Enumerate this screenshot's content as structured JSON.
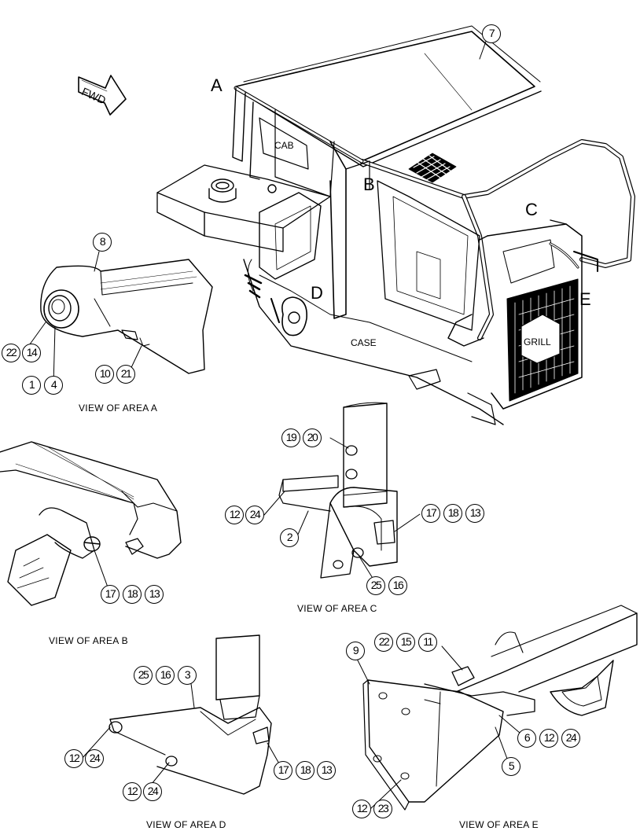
{
  "callouts": [
    {
      "id": "c7",
      "label": "7"
    },
    {
      "id": "c8",
      "label": "8"
    },
    {
      "id": "c22a",
      "label": "22"
    },
    {
      "id": "c14",
      "label": "14"
    },
    {
      "id": "c1",
      "label": "1"
    },
    {
      "id": "c4",
      "label": "4"
    },
    {
      "id": "c10",
      "label": "10"
    },
    {
      "id": "c21",
      "label": "21"
    },
    {
      "id": "c19",
      "label": "19"
    },
    {
      "id": "c20",
      "label": "20"
    },
    {
      "id": "c12c",
      "label": "12"
    },
    {
      "id": "c24c",
      "label": "24"
    },
    {
      "id": "c2",
      "label": "2"
    },
    {
      "id": "c17c",
      "label": "17"
    },
    {
      "id": "c18c",
      "label": "18"
    },
    {
      "id": "c13c",
      "label": "13"
    },
    {
      "id": "c25c",
      "label": "25"
    },
    {
      "id": "c16c",
      "label": "16"
    },
    {
      "id": "c17b",
      "label": "17"
    },
    {
      "id": "c18b",
      "label": "18"
    },
    {
      "id": "c13b",
      "label": "13"
    },
    {
      "id": "c25d",
      "label": "25"
    },
    {
      "id": "c16d",
      "label": "16"
    },
    {
      "id": "c3",
      "label": "3"
    },
    {
      "id": "c12d1",
      "label": "12"
    },
    {
      "id": "c24d1",
      "label": "24"
    },
    {
      "id": "c12d2",
      "label": "12"
    },
    {
      "id": "c24d2",
      "label": "24"
    },
    {
      "id": "c17d",
      "label": "17"
    },
    {
      "id": "c18d",
      "label": "18"
    },
    {
      "id": "c13d",
      "label": "13"
    },
    {
      "id": "c9",
      "label": "9"
    },
    {
      "id": "c22e",
      "label": "22"
    },
    {
      "id": "c15",
      "label": "15"
    },
    {
      "id": "c11",
      "label": "11"
    },
    {
      "id": "c6",
      "label": "6"
    },
    {
      "id": "c12e",
      "label": "12"
    },
    {
      "id": "c24e",
      "label": "24"
    },
    {
      "id": "c5",
      "label": "5"
    },
    {
      "id": "c12e2",
      "label": "12"
    },
    {
      "id": "c23",
      "label": "23"
    }
  ],
  "area_letters": {
    "a": "A",
    "b": "B",
    "c": "C",
    "d": "D",
    "e": "E"
  },
  "in_labels": {
    "cab": "CAB",
    "case": "CASE",
    "grill": "GRILL",
    "fwd": "FWD"
  },
  "captions": {
    "area_a": "VIEW OF AREA  A",
    "area_b": "VIEW OF AREA B",
    "area_c": "VIEW OF AREA C",
    "area_d": "VIEW OF AREA D",
    "area_e": "VIEW OF AREA E"
  },
  "colors": {
    "line": "#000000",
    "background": "#ffffff"
  }
}
